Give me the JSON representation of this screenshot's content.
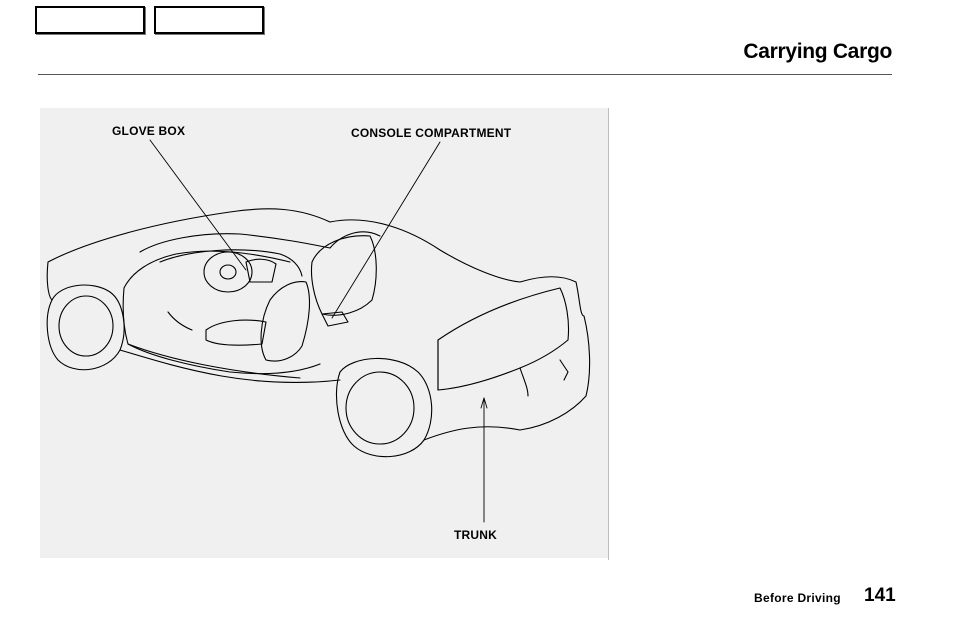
{
  "nav": {
    "button_1_label": "",
    "button_2_label": ""
  },
  "header": {
    "title": "Carrying Cargo"
  },
  "figure": {
    "labels": {
      "glove_box": "GLOVE BOX",
      "console": "CONSOLE COMPARTMENT",
      "trunk": "TRUNK"
    },
    "icon": "car-interior-illustration"
  },
  "footer": {
    "section": "Before Driving",
    "page_number": "141"
  }
}
